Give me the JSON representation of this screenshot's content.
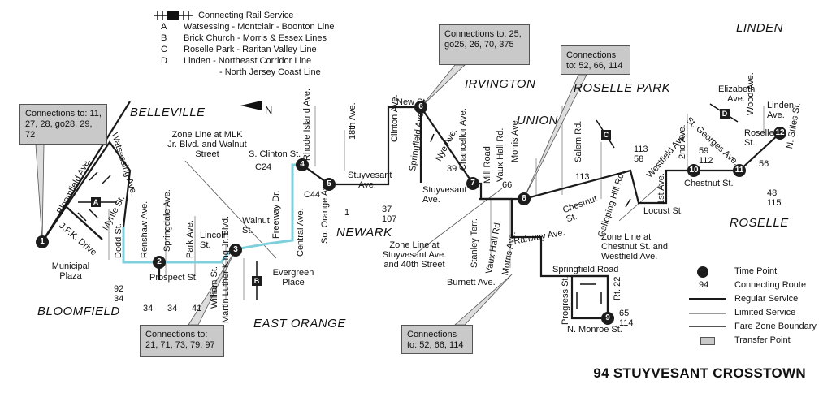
{
  "title": "94 STUYVESANT CROSSTOWN",
  "rail_legend": {
    "heading": "Connecting Rail Service",
    "lines": [
      {
        "key": "A",
        "text": "Watsessing - Montclair - Boonton Line"
      },
      {
        "key": "B",
        "text": "Brick Church - Morris & Essex Lines"
      },
      {
        "key": "C",
        "text": "Roselle Park - Raritan Valley Line"
      },
      {
        "key": "D",
        "text": "Linden - Northeast Corridor Line"
      },
      {
        "key": "",
        "text": "- North Jersey Coast Line"
      }
    ]
  },
  "places": {
    "belleville": "BELLEVILLE",
    "bloomfield": "BLOOMFIELD",
    "east_orange": "EAST ORANGE",
    "newark": "NEWARK",
    "irvington": "IRVINGTON",
    "union": "UNION",
    "roselle_park": "ROSELLE PARK",
    "linden": "LINDEN",
    "roselle": "ROSELLE"
  },
  "north": "N",
  "callouts": {
    "c1": "Connections to: 11, 27, 28, go28, 29, 72",
    "c6": "Connections to: 25, go25, 26, 70, 375",
    "c8": "Connections to: 52, 66, 114",
    "c3": "Connections to: 21, 71, 73, 79, 97",
    "c9": "Connections to: 52, 66, 114"
  },
  "zone_notes": {
    "mlk": "Zone Line at MLK Jr. Blvd. and Walnut Street",
    "stuyvesant": "Zone Line at Stuyvesant Ave. and 40th Street",
    "chestnut": "Zone Line at Chestnut St. and Westfield Ave."
  },
  "streets": {
    "bloomfield_ave": "Bloomfield Ave.",
    "watsessing_ave": "Watsessing Ave.",
    "jfk": "J.F.K. Drive",
    "myrtle": "Myrtle St.",
    "municipal": "Municipal Plaza",
    "dodd": "Dodd St.",
    "renshaw": "Renshaw Ave.",
    "springdale": "Springdale Ave.",
    "park": "Park Ave.",
    "prospect": "Prospect St.",
    "lincoln": "Lincoln St.",
    "william": "William St.",
    "martin_luther": "Martin Luther King Jr. Blvd.",
    "walnut": "Walnut St.",
    "freeway": "Freeway Dr.",
    "evergreen": "Evergreen Place",
    "central": "Central Ave.",
    "rhode_island": "Rhode Island Ave.",
    "s_clinton": "S. Clinton St.",
    "so_orange": "So. Orange Ave.",
    "18th": "18th Ave.",
    "stuyvesant": "Stuyvesant Ave.",
    "clinton": "Clinton Ave.",
    "new_st": "New St.",
    "springfield_ave": "Springfield Ave.",
    "nye": "Nye Ave.",
    "chancellor": "Chancellor Ave.",
    "stuyvesant2": "Stuyvesant Ave.",
    "mill": "Mill Road",
    "vaux_hall_rd": "Vaux Hall Rd.",
    "morris_ave": "Morris Ave.",
    "stanley": "Stanley Terr.",
    "vaux_hall_rd2": "Vaux Hall Rd.",
    "morris_ave2": "Morris Ave.",
    "burnett": "Burnett Ave.",
    "rahway": "Rahway Ave.",
    "springfield_rd": "Springfield Road",
    "progress": "Progress St.",
    "rt22": "Rt. 22",
    "n_monroe": "N. Monroe St.",
    "salem": "Salem Rd.",
    "chestnut_st": "Chestnut St.",
    "galloping": "Galloping Hill Rd.",
    "westfield": "Westfield Ave.",
    "locust": "Locust St.",
    "first_ave": "1st Ave.",
    "second_ave": "2nd Ave.",
    "chestnut_st2": "Chestnut St.",
    "st_georges": "St. Georges Ave.",
    "elizabeth": "Elizabeth Ave.",
    "wood": "Wood Ave.",
    "linden_ave": "Linden Ave.",
    "roselle_st": "Roselle St.",
    "n_stiles": "N. Stiles St."
  },
  "routes": {
    "r92_34": "92\n34",
    "r34a": "34",
    "r34b": "34",
    "r41": "41",
    "c24": "C24",
    "c44": "C44",
    "r1": "1",
    "r37_107": "37\n107",
    "r39": "39",
    "r66": "66",
    "r113": "113",
    "r113_58": "113\n58",
    "r59_112": "59\n112",
    "r56": "56",
    "r48_115": "48\n115",
    "r65_114": "65\n114"
  },
  "time_points": [
    "1",
    "2",
    "3",
    "4",
    "5",
    "6",
    "7",
    "8",
    "9",
    "10",
    "11",
    "12"
  ],
  "stations": [
    "A",
    "B",
    "C",
    "D"
  ],
  "legend": {
    "time_point": "Time Point",
    "connecting_route_num": "94",
    "connecting_route": "Connecting Route",
    "regular": "Regular Service",
    "limited": "Limited Service",
    "fare_zone": "Fare Zone Boundary",
    "transfer": "Transfer Point"
  },
  "colors": {
    "route": "#1a1a1a",
    "limited": "#7fd0dc",
    "callout_bg": "#c9c9c9"
  }
}
